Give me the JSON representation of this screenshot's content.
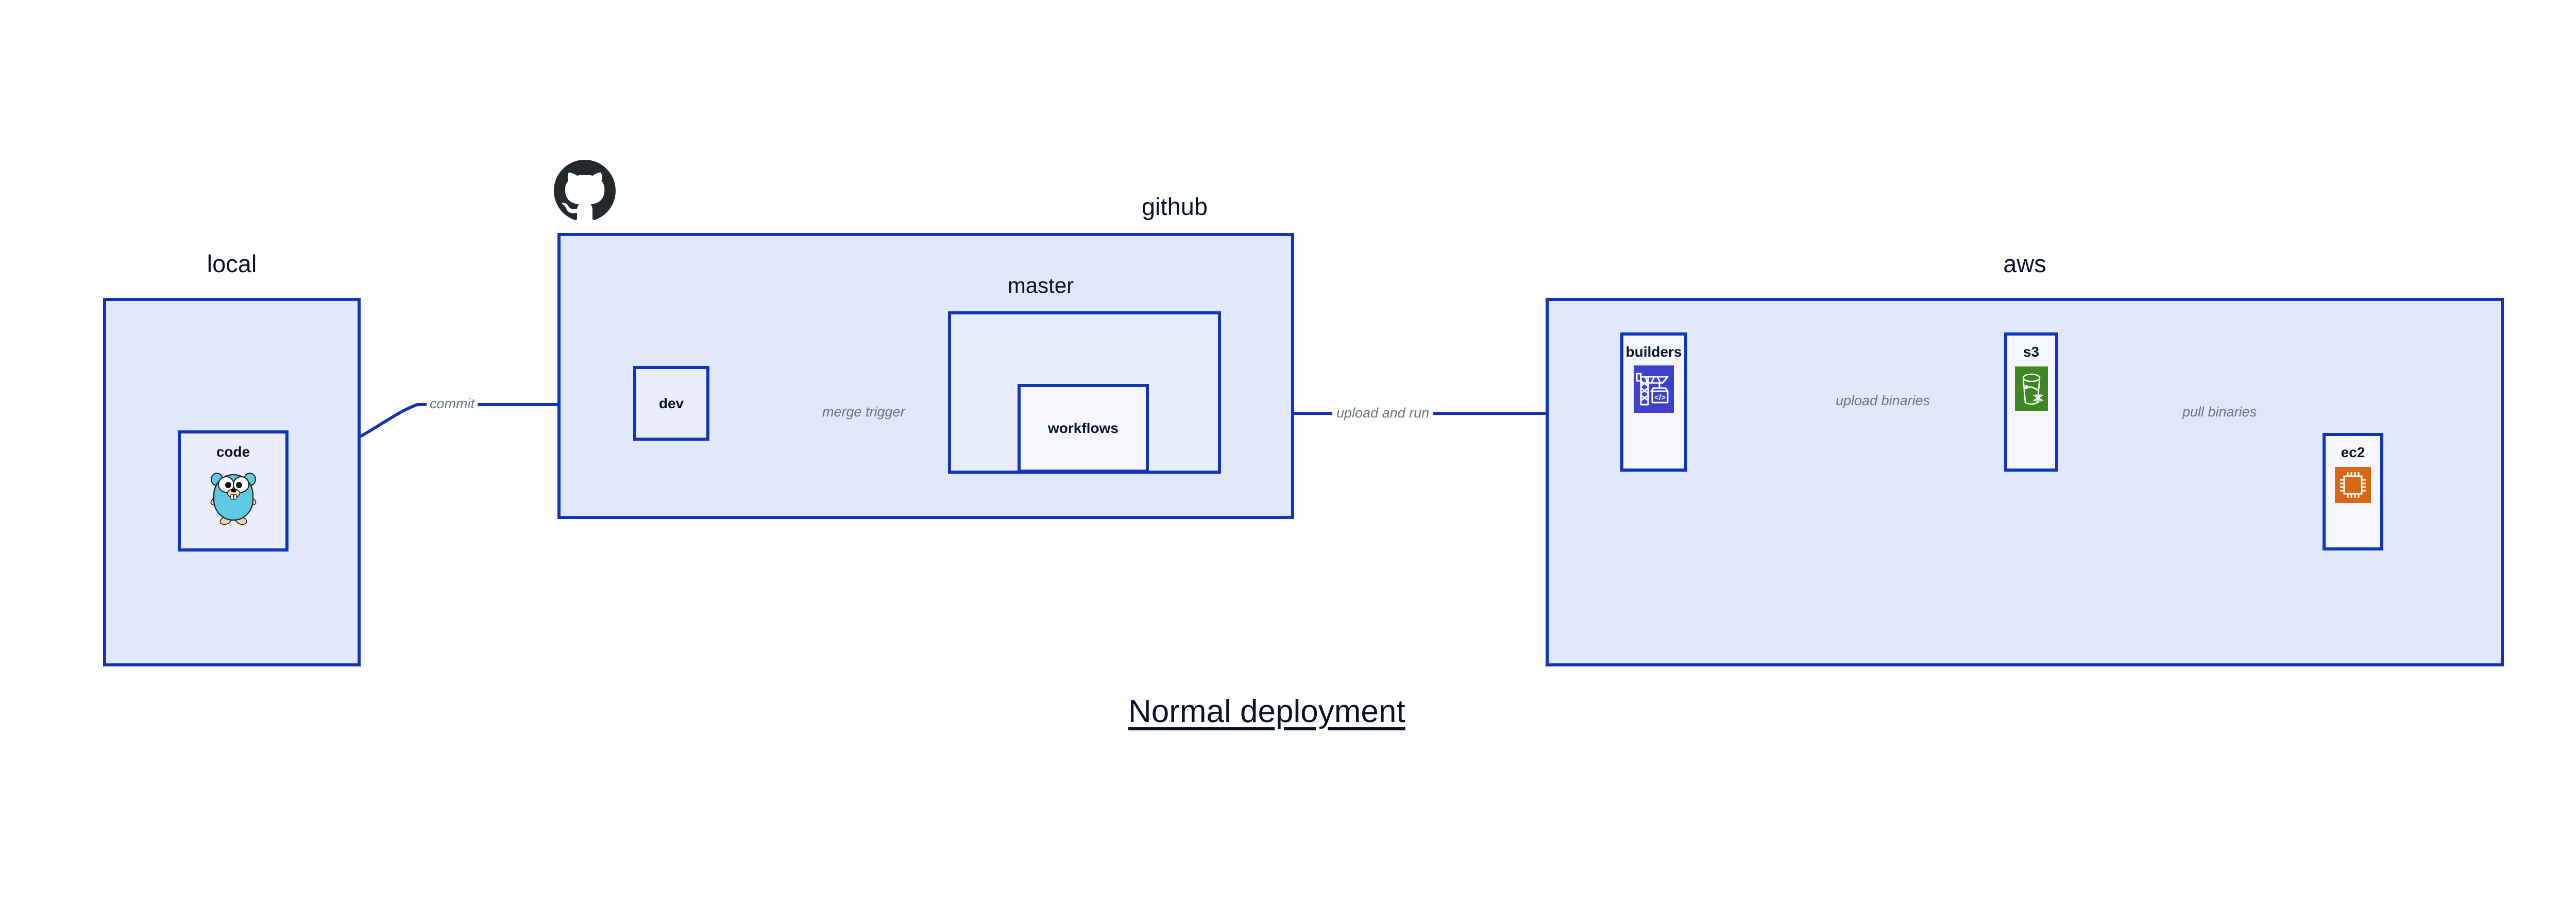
{
  "diagram": {
    "title": "Normal deployment",
    "colors": {
      "edge": "#1134bb",
      "group_border": "#1134bb",
      "group_fill": "#e1e8fb",
      "sub_group_fill": "#e9eefc",
      "leaf_fill": "#eaeffb",
      "leaf_fill_white": "#f5f7fd",
      "label_text": "#0b1228",
      "edge_label_text": "#6b7280",
      "background": "#ffffff",
      "github_logo": "#24292e",
      "gopher_body": "#5dc9e2",
      "builders_icon_bg": "#3c42cc",
      "s3_icon_bg": "#3f8624",
      "ec2_icon_bg": "#d86613"
    }
  },
  "groups": [
    {
      "id": "local",
      "label": "local"
    },
    {
      "id": "github",
      "label": "github"
    },
    {
      "id": "master",
      "label": "master"
    },
    {
      "id": "aws",
      "label": "aws"
    }
  ],
  "nodes": [
    {
      "id": "code",
      "label": "code",
      "icon": "go-gopher-icon"
    },
    {
      "id": "dev",
      "label": "dev",
      "icon": null
    },
    {
      "id": "workflows",
      "label": "workflows",
      "icon": null
    },
    {
      "id": "builders",
      "label": "builders",
      "icon": "aws-crane-builders-icon"
    },
    {
      "id": "s3",
      "label": "s3",
      "icon": "aws-s3-bucket-icon"
    },
    {
      "id": "ec2",
      "label": "ec2",
      "icon": "aws-ec2-chip-icon"
    }
  ],
  "edges": [
    {
      "id": "commit",
      "label": "commit",
      "from": "code",
      "to": "dev"
    },
    {
      "id": "merge-trigger",
      "label": "merge trigger",
      "from": "dev",
      "to": "workflows"
    },
    {
      "id": "upload-and-run",
      "label": "upload and run",
      "from": "workflows",
      "to": "builders"
    },
    {
      "id": "upload-binaries",
      "label": "upload binaries",
      "from": "builders",
      "to": "s3"
    },
    {
      "id": "pull-binaries",
      "label": "pull binaries",
      "from": "s3",
      "to": "ec2"
    }
  ],
  "logos": [
    {
      "id": "github-octocat",
      "name": "github-octocat-logo"
    }
  ]
}
